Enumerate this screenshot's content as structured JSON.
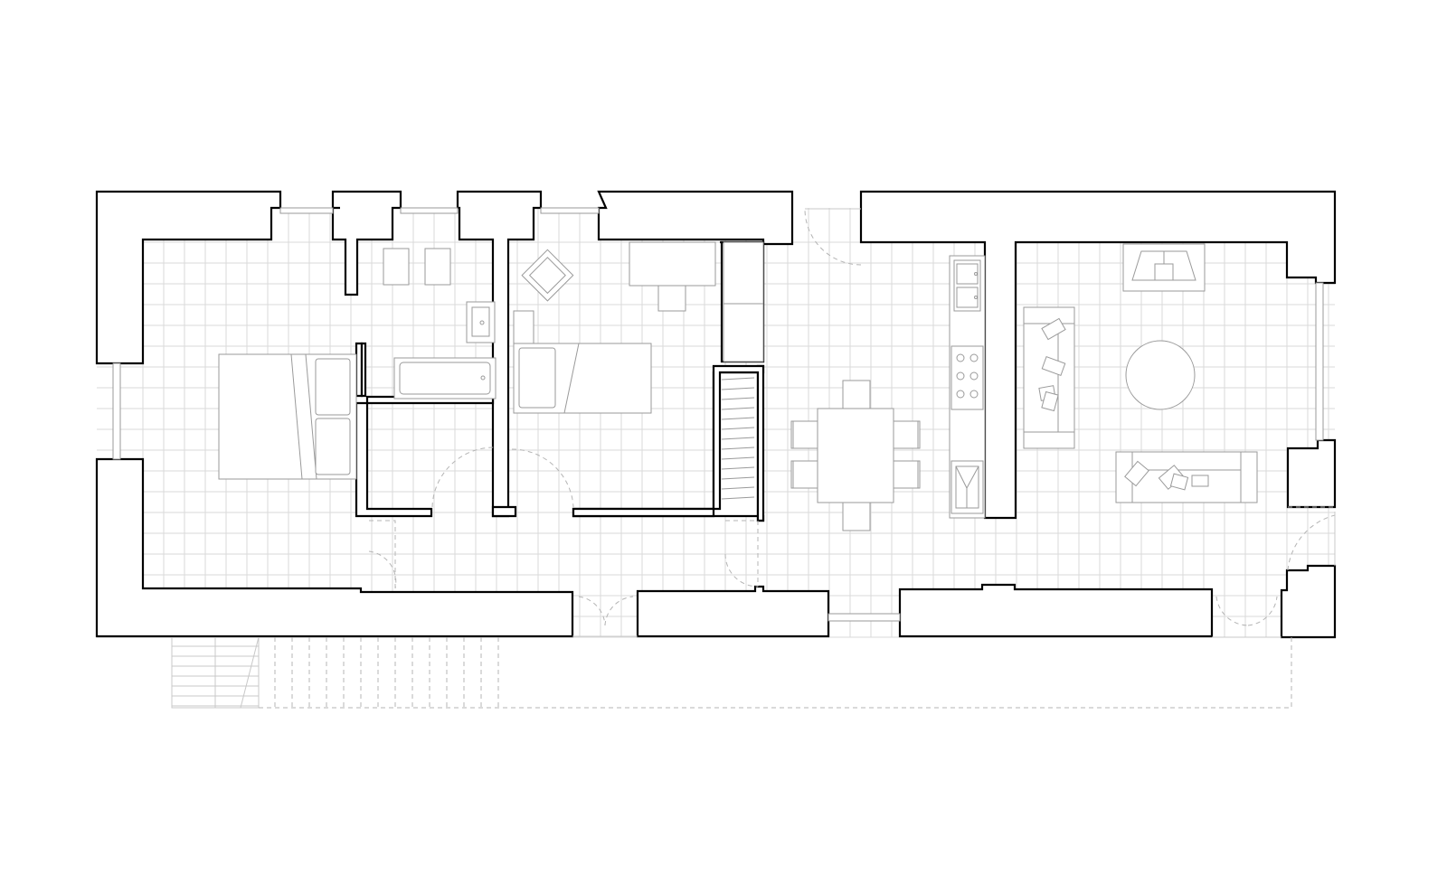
{
  "drawing": {
    "type": "architectural floor plan",
    "background": "#ffffff",
    "wall_color": "#000000",
    "grid_color": "#dadada",
    "furniture_color": "#9a9a9a",
    "rooms": [
      "master-bedroom",
      "bathroom",
      "storage",
      "second-bedroom",
      "wardrobe",
      "dining",
      "kitchen",
      "living-room",
      "corridor",
      "porch-stairs"
    ]
  }
}
